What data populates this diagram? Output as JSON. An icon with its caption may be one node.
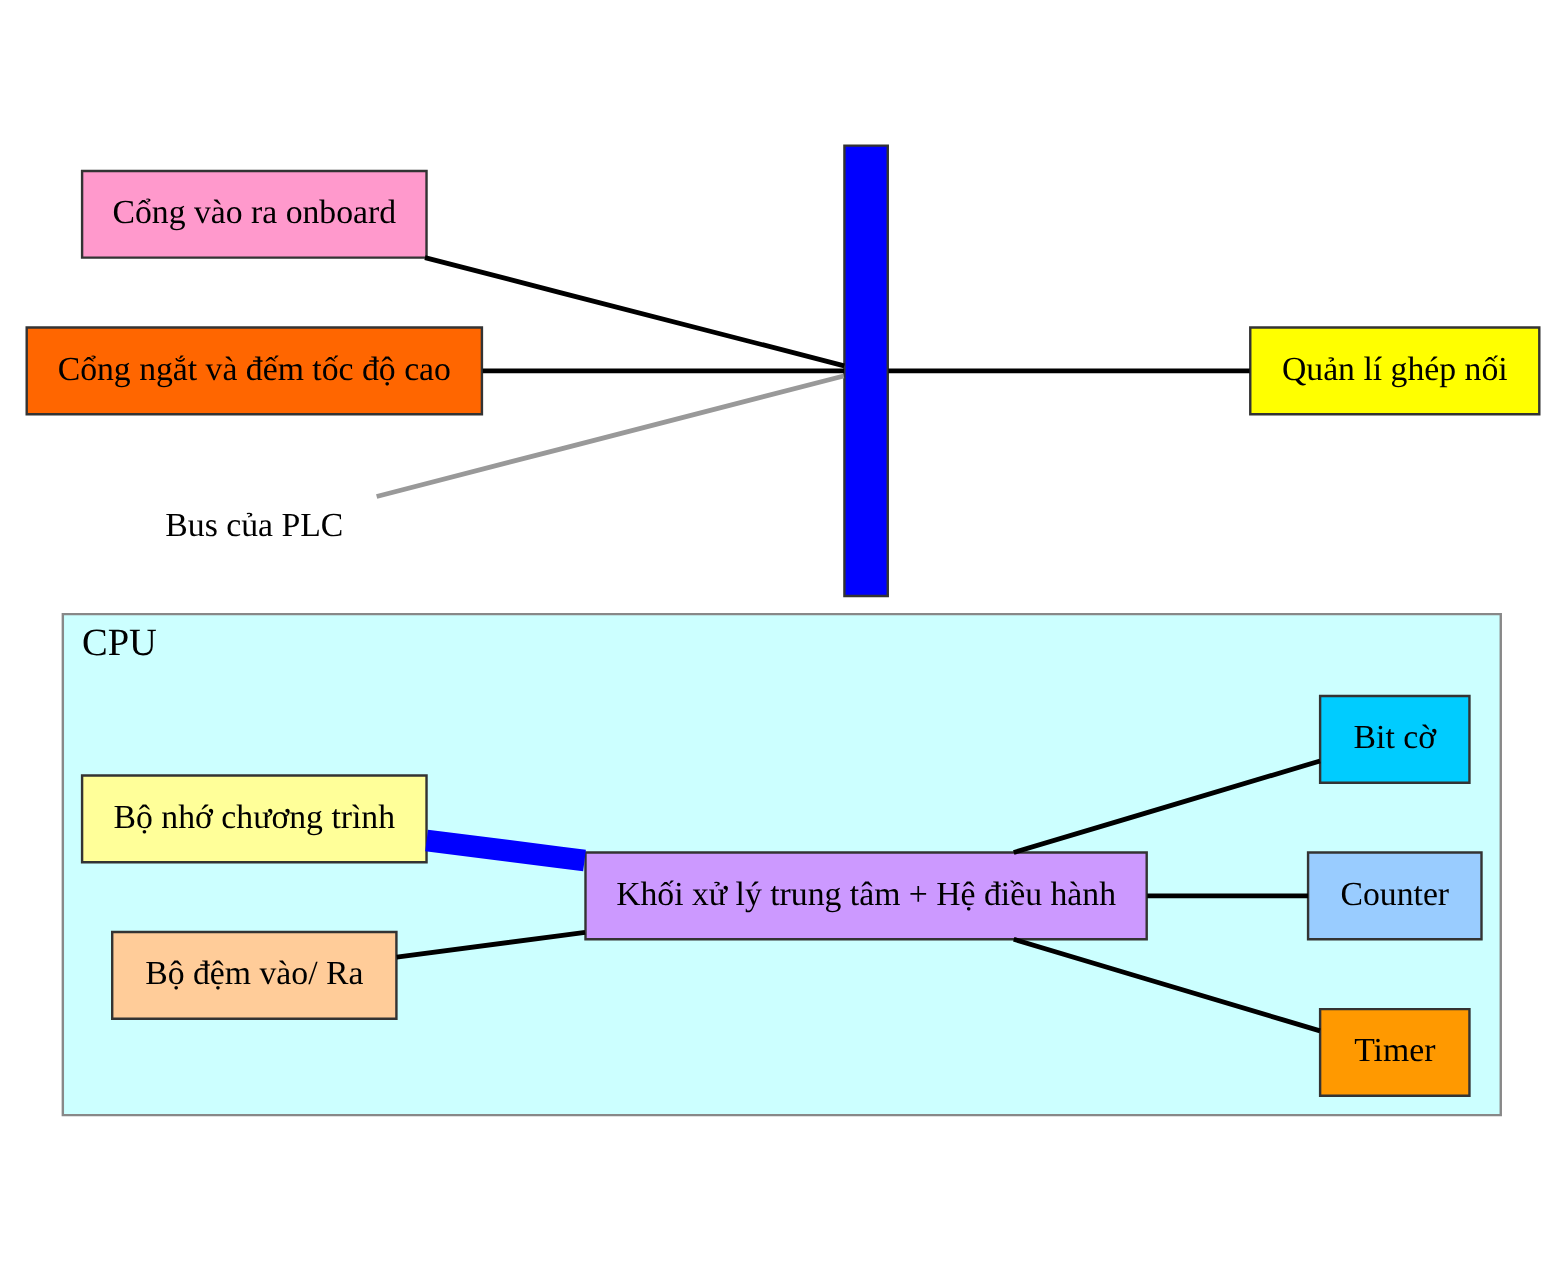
{
  "diagram": {
    "nodes": [
      {
        "text": [
          "CPU"
        ]
      },
      {
        "text": [
          "Bộ nhớ chương trình"
        ],
        "in": 0
      },
      {
        "text": [
          "Bộ đệm vào/ Ra"
        ],
        "in": 0
      },
      {
        "text": [
          "Khối xử lý trung tâm + Hệ điều hành"
        ],
        "in": 0
      },
      {
        "text": [
          "Timer"
        ],
        "in": 0
      },
      {
        "text": [
          "Counter"
        ],
        "in": 0
      },
      {
        "text": [
          "Bit cờ"
        ],
        "in": 0
      },
      {
        "text": [],
        "shape": "bar"
      },
      {
        "text": [
          "Cổng vào ra onboard"
        ]
      },
      {
        "text": [
          "Quản lí ghép nối"
        ]
      },
      {
        "text": [
          "Cổng ngắt và đếm tốc độ cao"
        ]
      },
      {
        "text": [
          "Bus của PLC"
        ]
      }
    ],
    "edges": [
      {
        "from": 1,
        "to": 3,
        "arrow": "none",
        "style": "thick",
        "color": "#0000ff"
      },
      {
        "from": 2,
        "to": 3,
        "arrow": "none"
      },
      {
        "from": 3,
        "to": 4,
        "arrow": "none"
      },
      {
        "from": 3,
        "to": 5,
        "arrow": "none"
      },
      {
        "from": 3,
        "to": 6,
        "arrow": "none"
      },
      {
        "from": 8,
        "to": 7,
        "arrow": "none"
      },
      {
        "from": 7,
        "to": 9,
        "arrow": "none"
      },
      {
        "from": 10,
        "to": 7,
        "arrow": "none"
      },
      {
        "from": 11,
        "to": 7,
        "arrow": "none",
        "color": "#999999"
      }
    ]
  }
}
